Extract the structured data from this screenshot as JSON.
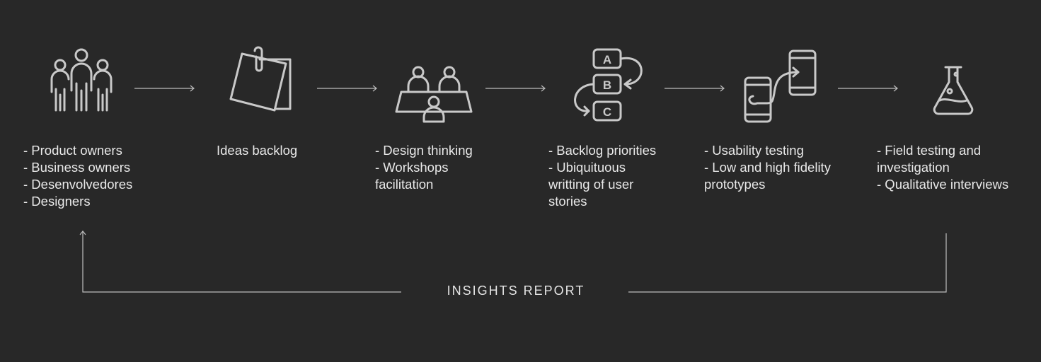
{
  "diagram": {
    "steps": [
      {
        "icon": "people-group-icon",
        "lines": [
          "- Product owners",
          "- Business owners",
          "- Desenvolvedores",
          "- Designers"
        ]
      },
      {
        "icon": "sticky-notes-icon",
        "lines": [
          "Ideas backlog"
        ]
      },
      {
        "icon": "workshop-table-icon",
        "lines": [
          "- Design thinking",
          "- Workshops",
          "facilitation"
        ]
      },
      {
        "icon": "abc-priorities-icon",
        "lines": [
          "- Backlog priorities",
          "- Ubiquituous",
          "writting of user",
          "stories"
        ]
      },
      {
        "icon": "mobile-prototype-icon",
        "lines": [
          "- Usability testing",
          "- Low and high fidelity",
          "prototypes"
        ]
      },
      {
        "icon": "lab-flask-icon",
        "lines": [
          "- Field testing and",
          "investigation",
          "- Qualitative interviews"
        ]
      }
    ],
    "icon_letters": [
      "A",
      "B",
      "C"
    ],
    "feedback_label": "INSIGHTS REPORT",
    "colors": {
      "background": "#282828",
      "text": "#e9e9e9",
      "lines": "#bdbdbd",
      "icons": "#c9c9c9"
    }
  }
}
